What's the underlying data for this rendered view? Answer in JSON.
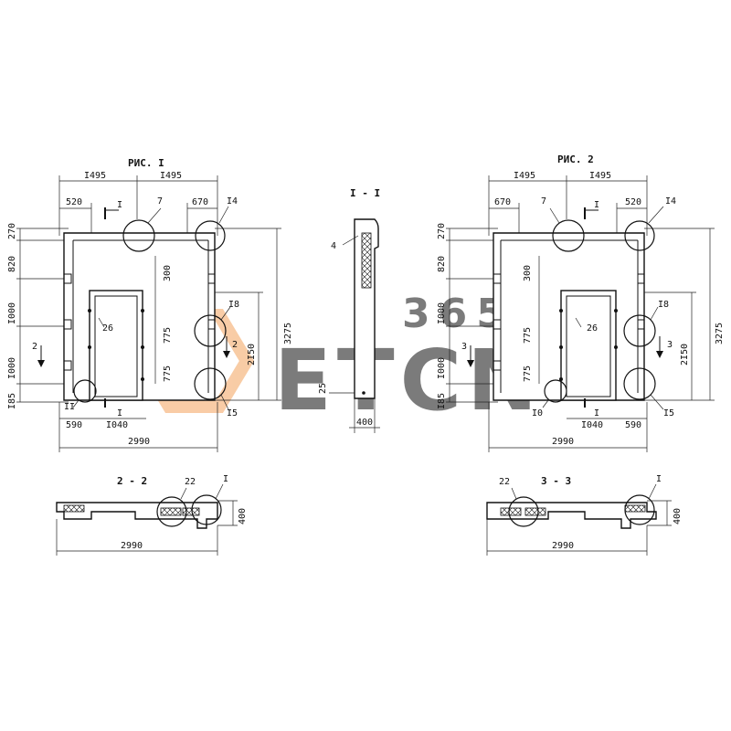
{
  "watermark": {
    "brand": "ETCN",
    "number": "365",
    "color": "#f4a35c"
  },
  "fig1": {
    "title": "РИС. I",
    "dims_top": [
      "I495",
      "I495"
    ],
    "dims_top2": [
      "520",
      "670"
    ],
    "dims_left": [
      "270",
      "820",
      "I000",
      "I000",
      "I85"
    ],
    "dims_inner": [
      "300",
      "775",
      "775"
    ],
    "dims_right": [
      "2I50",
      "3275"
    ],
    "dims_bottom": [
      "590",
      "I040"
    ],
    "overall": "2990",
    "callouts": [
      "7",
      "I4",
      "I8",
      "I5",
      "II",
      "26"
    ],
    "section_marks": [
      "I",
      "I",
      "2",
      "2"
    ]
  },
  "section11": {
    "title": "I - I",
    "callout": "4",
    "dim_small": "25",
    "dim_width": "400"
  },
  "fig2": {
    "title": "РИС. 2",
    "dims_top": [
      "I495",
      "I495"
    ],
    "dims_top2": [
      "670",
      "520"
    ],
    "dims_left": [
      "270",
      "820",
      "I000",
      "I000",
      "I85"
    ],
    "dims_inner": [
      "300",
      "775",
      "775"
    ],
    "dims_right": [
      "2I50",
      "3275"
    ],
    "dims_bottom": [
      "I040",
      "590"
    ],
    "overall": "2990",
    "callouts": [
      "7",
      "I4",
      "I8",
      "I5",
      "I0",
      "26"
    ],
    "section_marks": [
      "I",
      "I",
      "3",
      "3"
    ]
  },
  "section22": {
    "title": "2 - 2",
    "callouts": [
      "22",
      "I"
    ],
    "dim_height": "400",
    "overall": "2990"
  },
  "section33": {
    "title": "3 - 3",
    "callouts": [
      "22",
      "I"
    ],
    "dim_height": "400",
    "overall": "2990"
  }
}
